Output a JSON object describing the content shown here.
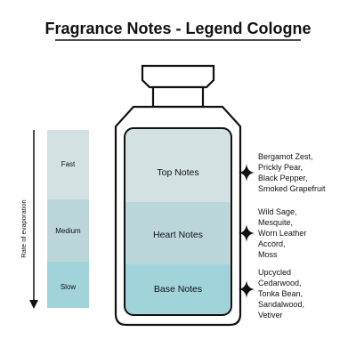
{
  "title": "Fragrance Notes - Legend Cologne",
  "axis_label": "Rate of evaporation",
  "scale": [
    {
      "label": "Fast",
      "color": "#d3e1e3"
    },
    {
      "label": "Medium",
      "color": "#bcd7db"
    },
    {
      "label": "Slow",
      "color": "#a0d3da"
    }
  ],
  "zones": [
    {
      "label": "Top Notes",
      "color": "#d3e1e3"
    },
    {
      "label": "Heart Notes",
      "color": "#bcd7db"
    },
    {
      "label": "Base Notes",
      "color": "#a0d3da"
    }
  ],
  "notes": [
    {
      "lines": [
        "Bergamot Zest,",
        "Prickly Pear,",
        "Black Pepper,",
        "Smoked Grapefruit"
      ]
    },
    {
      "lines": [
        "Wild Sage,",
        "Mesquite,",
        "Worn Leather",
        "Accord,",
        "Moss"
      ]
    },
    {
      "lines": [
        "Upcycled",
        "Cedarwood,",
        "Tonka Bean,",
        "Sandalwood,",
        "Vetiver"
      ]
    }
  ]
}
